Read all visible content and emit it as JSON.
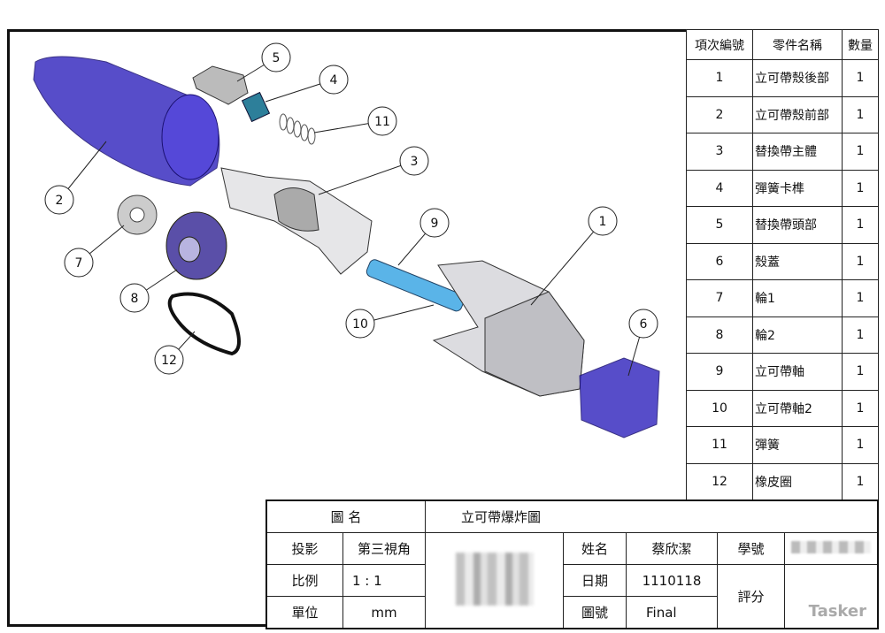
{
  "bom": {
    "headers": [
      "項次編號",
      "零件名稱",
      "數量"
    ],
    "rows": [
      {
        "no": "1",
        "name": "立可帶殼後部",
        "qty": "1"
      },
      {
        "no": "2",
        "name": "立可帶殼前部",
        "qty": "1"
      },
      {
        "no": "3",
        "name": "替換帶主體",
        "qty": "1"
      },
      {
        "no": "4",
        "name": "彈簧卡榫",
        "qty": "1"
      },
      {
        "no": "5",
        "name": "替換帶頭部",
        "qty": "1"
      },
      {
        "no": "6",
        "name": "殼蓋",
        "qty": "1"
      },
      {
        "no": "7",
        "name": "輪1",
        "qty": "1"
      },
      {
        "no": "8",
        "name": "輪2",
        "qty": "1"
      },
      {
        "no": "9",
        "name": "立可帶軸",
        "qty": "1"
      },
      {
        "no": "10",
        "name": "立可帶軸2",
        "qty": "1"
      },
      {
        "no": "11",
        "name": "彈簧",
        "qty": "1"
      },
      {
        "no": "12",
        "name": "橡皮圈",
        "qty": "1"
      }
    ]
  },
  "title_block": {
    "drawing_name_label": "圖 名",
    "drawing_name": "立可帶爆炸圖",
    "projection_label": "投影",
    "projection": "第三視角",
    "scale_label": "比例",
    "scale": "1 : 1",
    "unit_label": "單位",
    "unit": "mm",
    "name_label": "姓名",
    "name": "蔡欣潔",
    "date_label": "日期",
    "date": "1110118",
    "drawing_no_label": "圖號",
    "drawing_no": "Final",
    "student_id_label": "學號",
    "score_label": "評分",
    "watermark": "Tasker"
  },
  "balloons": [
    "1",
    "2",
    "3",
    "4",
    "5",
    "6",
    "7",
    "8",
    "9",
    "10",
    "11",
    "12"
  ],
  "colors": {
    "blue_part": "#3a2fc0",
    "light_blue_part": "#5ab4e8",
    "grey_part": "#c8c8cc"
  }
}
